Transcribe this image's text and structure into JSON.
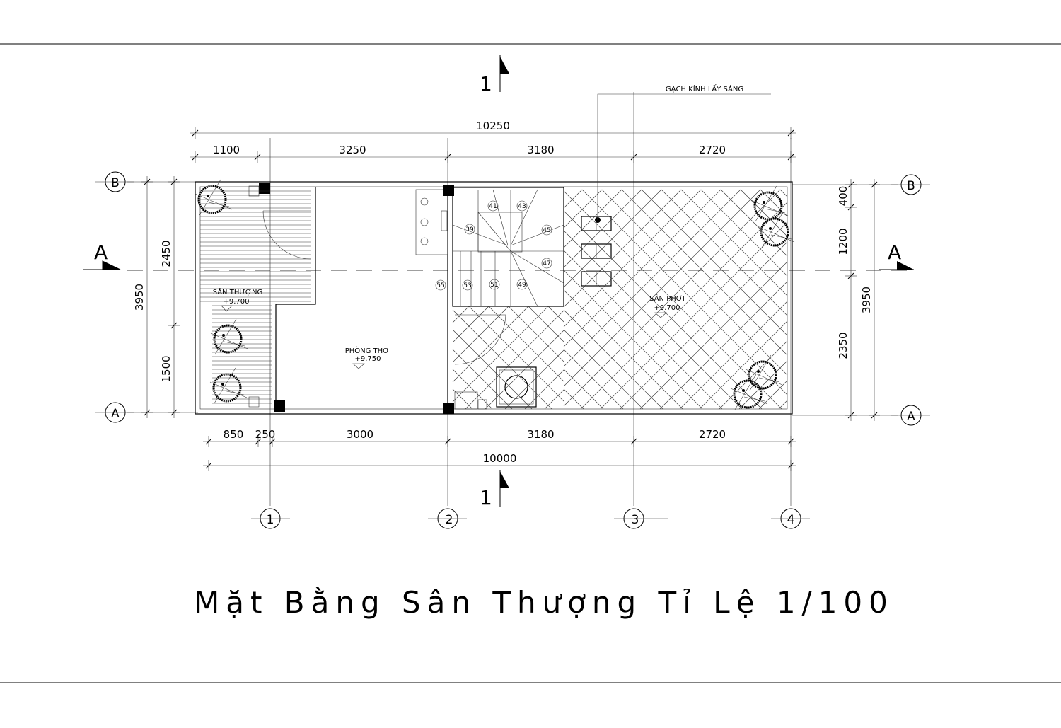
{
  "title": "Mặt Bằng Sân Thượng Tỉ Lệ  1/100",
  "annotation": "GẠCH KÍNH LẤY SÁNG",
  "section_marks": {
    "cut_1": "1",
    "cut_a": "A"
  },
  "grid_axes": {
    "columns": [
      "1",
      "2",
      "3",
      "4"
    ],
    "rows": [
      "B",
      "A"
    ]
  },
  "rooms": [
    {
      "name": "SÂN THƯỢNG",
      "level": "+9.700"
    },
    {
      "name": "PHÒNG THỜ",
      "level": "+9.750"
    },
    {
      "name": "SÂN PHƠI",
      "level": "+9.700"
    }
  ],
  "dimensions": {
    "top_total": "10250",
    "top": [
      "1100",
      "3250",
      "3180",
      "2720"
    ],
    "bottom": [
      "850",
      "250",
      "3000",
      "3180",
      "2720"
    ],
    "bottom_total": "10000",
    "left_total": "3950",
    "left": [
      "2450",
      "1500"
    ],
    "right_total": "3950",
    "right": [
      "400",
      "1200",
      "2350"
    ]
  },
  "stair_steps": [
    "41",
    "43",
    "39",
    "45",
    "47",
    "55",
    "53",
    "51",
    "49"
  ]
}
